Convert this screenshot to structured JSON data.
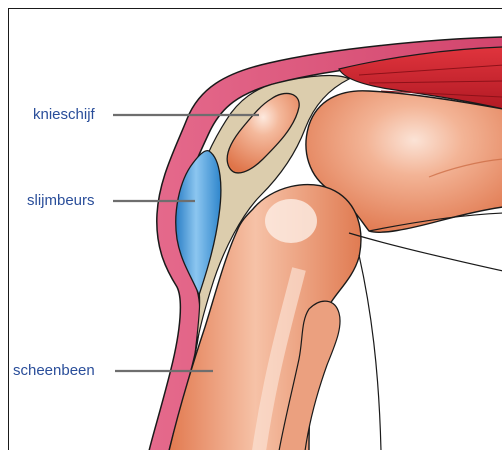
{
  "labels": {
    "kneecap": "knieschijf",
    "bursa": "slijmbeurs",
    "shinbone": "scheenbeen"
  },
  "colors": {
    "label_text": "#2a4e9a",
    "leader_line": "#6e6e6e",
    "skin": "#d64a73",
    "bone": "#e9916a",
    "bursa": "#3f95d8",
    "muscle": "#c9202a",
    "tendon": "#d8c8a8",
    "outline": "#1a1a1a"
  }
}
